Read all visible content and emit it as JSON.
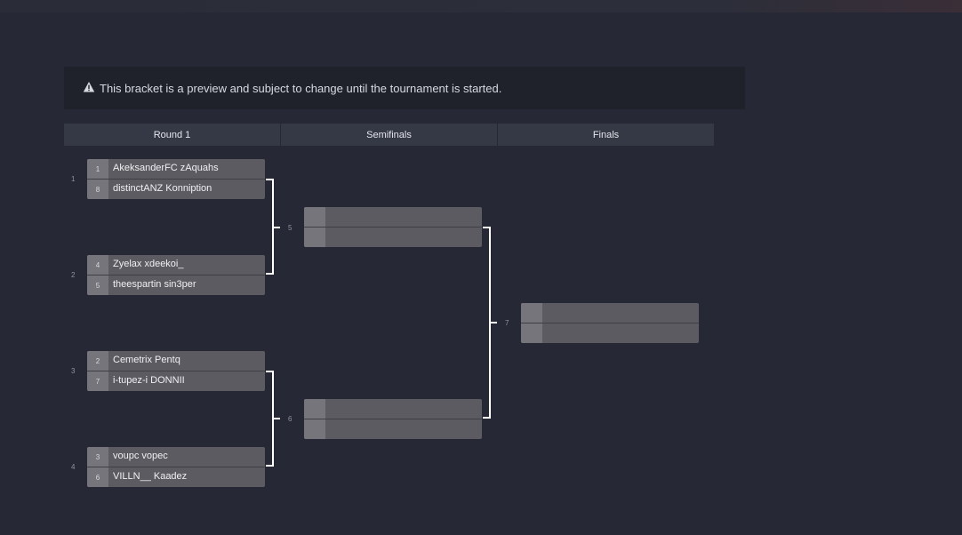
{
  "notice": {
    "icon": "warning-icon",
    "text": "This bracket is a preview and subject to change until the tournament is started."
  },
  "rounds": [
    "Round 1",
    "Semifinals",
    "Finals"
  ],
  "round1": [
    {
      "number": "1",
      "players": [
        {
          "seed": "1",
          "name": "AkeksanderFC zAquahs"
        },
        {
          "seed": "8",
          "name": "distinctANZ Konniption"
        }
      ]
    },
    {
      "number": "2",
      "players": [
        {
          "seed": "4",
          "name": "Zyelax xdeekoi_"
        },
        {
          "seed": "5",
          "name": "theespartin sin3per"
        }
      ]
    },
    {
      "number": "3",
      "players": [
        {
          "seed": "2",
          "name": "Cemetrix Pentq"
        },
        {
          "seed": "7",
          "name": "i-tupez-i DONNII"
        }
      ]
    },
    {
      "number": "4",
      "players": [
        {
          "seed": "3",
          "name": "voupc vopec"
        },
        {
          "seed": "6",
          "name": "VILLN__ Kaadez"
        }
      ]
    }
  ],
  "semifinals": [
    {
      "number": "5",
      "players": [
        {
          "seed": "",
          "name": ""
        },
        {
          "seed": "",
          "name": ""
        }
      ]
    },
    {
      "number": "6",
      "players": [
        {
          "seed": "",
          "name": ""
        },
        {
          "seed": "",
          "name": ""
        }
      ]
    }
  ],
  "finals": [
    {
      "number": "7",
      "players": [
        {
          "seed": "",
          "name": ""
        },
        {
          "seed": "",
          "name": ""
        }
      ]
    }
  ],
  "colors": {
    "background": "#262935",
    "slot": "#5c5b61",
    "seed_box": "#76757c",
    "connector": "#ffffff"
  }
}
